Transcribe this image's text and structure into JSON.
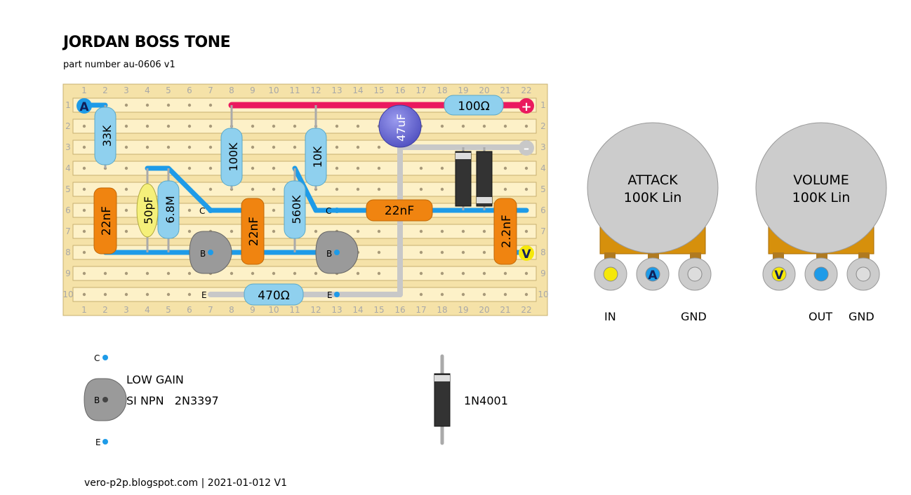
{
  "header": {
    "title": "JORDAN BOSS TONE",
    "subtitle": "part number au-0606  v1"
  },
  "board": {
    "columns": [
      "1",
      "2",
      "3",
      "4",
      "5",
      "6",
      "7",
      "8",
      "9",
      "10",
      "11",
      "12",
      "13",
      "14",
      "15",
      "16",
      "17",
      "18",
      "19",
      "20",
      "21",
      "22"
    ],
    "rows": [
      "1",
      "2",
      "3",
      "4",
      "5",
      "6",
      "7",
      "8",
      "9",
      "10"
    ]
  },
  "components": {
    "r_33k": "33K",
    "r_100k": "100K",
    "r_10k": "10K",
    "r_6m8": "6.8M",
    "r_560k": "560K",
    "r_470": "470Ω",
    "r_100": "100Ω",
    "c_47uf": "47uF",
    "c_22nf_a": "22nF",
    "c_22nf_b": "22nF",
    "c_22nf_c": "22nF",
    "c_2n2": "2.2nF",
    "c_50p": "50pF"
  },
  "markers": {
    "a": "A",
    "plus": "+",
    "minus": "–",
    "v": "V",
    "c": "C",
    "b": "B",
    "e": "E"
  },
  "pots": [
    {
      "name": "ATTACK",
      "value": "100K Lin",
      "labels": [
        "IN",
        "",
        "GND"
      ]
    },
    {
      "name": "VOLUME",
      "value": "100K Lin",
      "labels": [
        "",
        "OUT",
        "GND"
      ]
    }
  ],
  "legend": {
    "transistor_gain": "LOW GAIN",
    "transistor_type": "SI NPN   2N3397",
    "diode_type": "1N4001",
    "c": "C",
    "b": "B",
    "e": "E"
  },
  "footer": "vero-p2p.blogspot.com  |  2021-01-012 V1",
  "colors": {
    "board": "#f5e2a8",
    "strip": "#fdf1c8",
    "wire_blue": "#1e9be8",
    "wire_red": "#ea1a5e",
    "wire_grey": "#c8c8c8",
    "resistor": "#8fd0ee",
    "cap_orange": "#f08410",
    "cap_yellow": "#f5f07a",
    "electrolytic": "#6a6ad8",
    "pot": "#cccccc",
    "pot_base": "#d6900c",
    "transistor": "#9a9a9a"
  }
}
